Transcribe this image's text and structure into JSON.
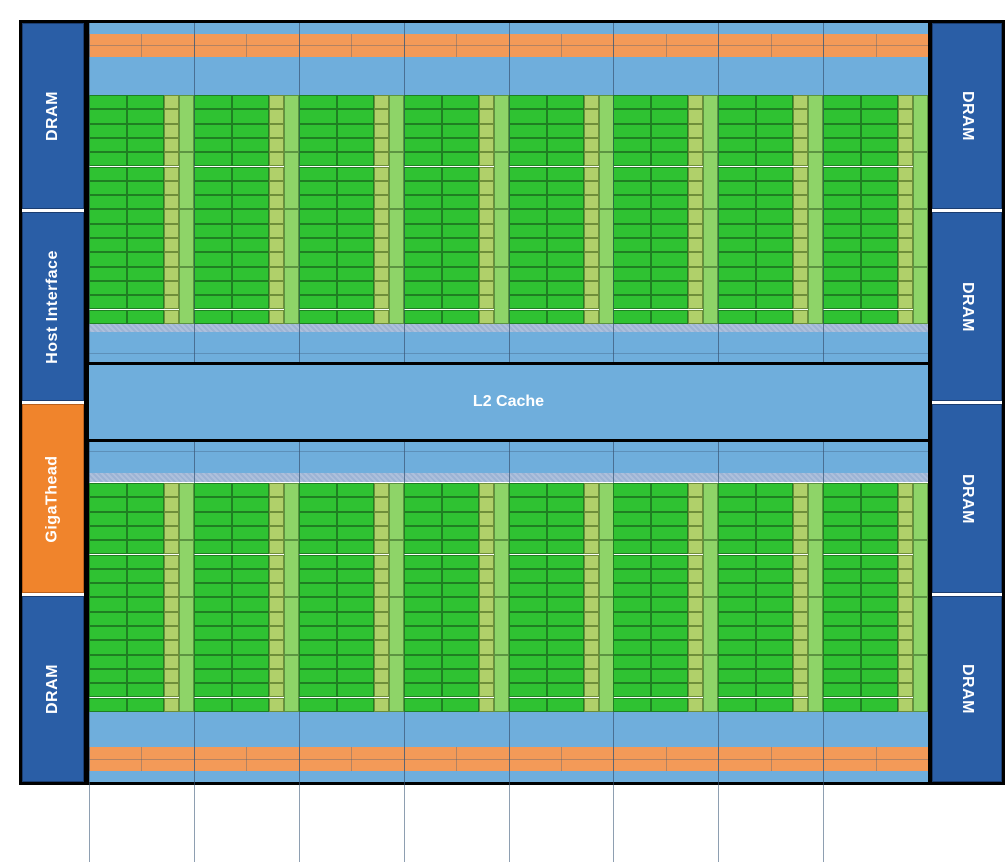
{
  "left_column": [
    {
      "label": "DRAM",
      "color": "#2a5ea6"
    },
    {
      "label": "Host Interface",
      "color": "#2a5ea6"
    },
    {
      "label": "GigaThead",
      "color": "#f0842c"
    },
    {
      "label": "DRAM",
      "color": "#2a5ea6"
    }
  ],
  "right_column": [
    {
      "label": "DRAM"
    },
    {
      "label": "DRAM"
    },
    {
      "label": "DRAM"
    },
    {
      "label": "DRAM"
    }
  ],
  "l2_cache": {
    "label": "L2 Cache"
  },
  "colors": {
    "cores": "#2fc232",
    "dram": "#2a5ea6",
    "cache": "#6faedc",
    "scheduler": "#f39a58",
    "gigathread": "#f0842c"
  }
}
